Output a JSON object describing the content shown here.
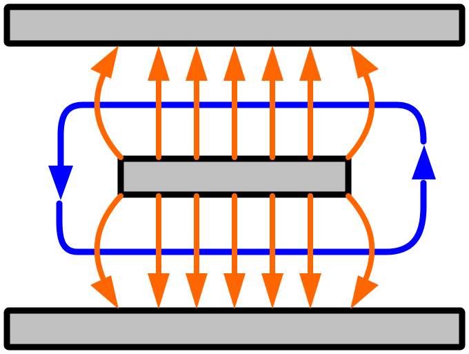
{
  "colors": {
    "background": "#ffffff",
    "plate_fill": "#c0c0c0",
    "plate_stroke": "#000000",
    "field_lines": "#ff6600",
    "loop": "#0000ff"
  },
  "plates": [
    {
      "name": "top-plate"
    },
    {
      "name": "center-plate"
    },
    {
      "name": "bottom-plate"
    }
  ],
  "field_lines": {
    "straight_up_count": 5,
    "straight_down_count": 5,
    "curved_up_count": 2,
    "curved_down_count": 2
  },
  "loop": {
    "name": "circulation-loop",
    "arrow_left_direction": "down",
    "arrow_right_direction": "up"
  }
}
